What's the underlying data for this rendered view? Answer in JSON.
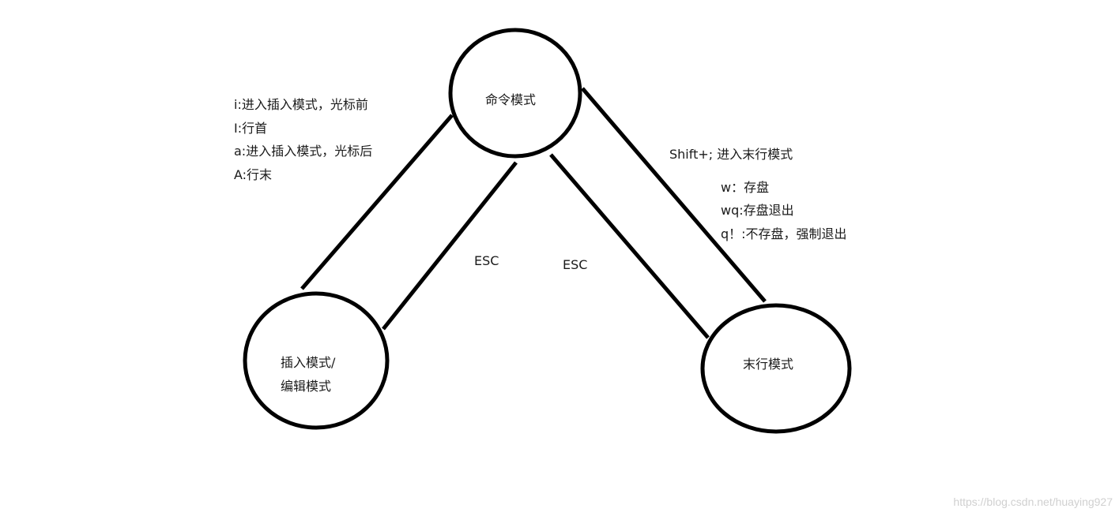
{
  "nodes": {
    "command_mode": "命令模式",
    "insert_mode_line1": "插入模式/",
    "insert_mode_line2": "编辑模式",
    "last_line_mode": "末行模式"
  },
  "edges": {
    "esc_left": "ESC",
    "esc_right": "ESC",
    "to_last_line": "Shift+;  进入末行模式"
  },
  "insert_notes": [
    "i:进入插入模式，光标前",
    "I:行首",
    "a:进入插入模式，光标后",
    "A:行末"
  ],
  "last_line_notes": [
    "w：存盘",
    "wq:存盘退出",
    "q！:不存盘，强制退出"
  ],
  "watermark": "https://blog.csdn.net/huaying927",
  "colors": {
    "stroke": "#000000",
    "text": "#1a1a1a",
    "watermark": "#d0d0d0"
  }
}
